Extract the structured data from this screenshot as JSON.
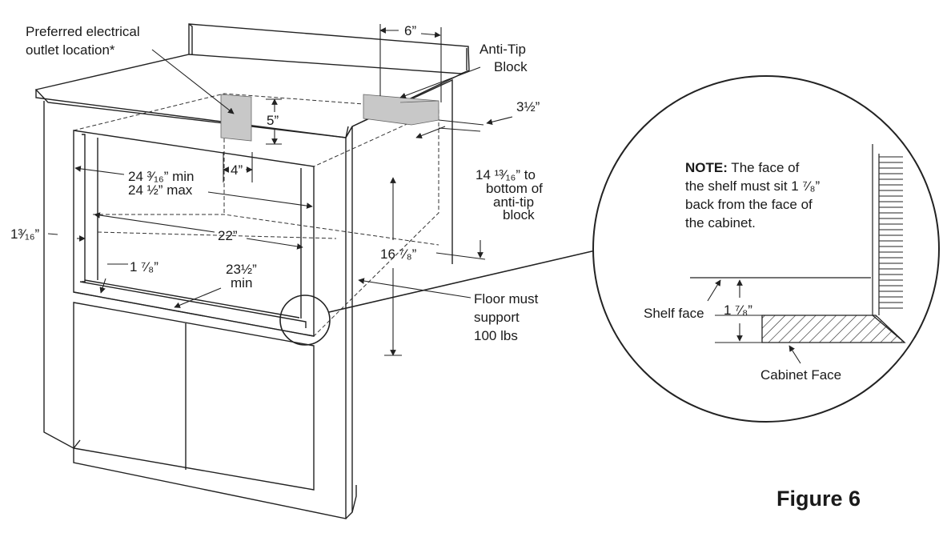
{
  "labels": {
    "outlet_line1": "Preferred electrical",
    "outlet_line2": "outlet location*",
    "dim_6": "6”",
    "antitip_line1": "Anti-Tip",
    "antitip_line2": "Block",
    "dim_3half": "3½”",
    "dim_5": "5”",
    "dim_4": "4”",
    "width_min": "24 ³⁄₁₆” min",
    "width_max": "24 ½” max",
    "height_14_line1": "14 ¹³⁄₁₆” to",
    "height_14_line2": "bottom of",
    "height_14_line3": "anti-tip",
    "height_14_line4": "block",
    "dim_1_3_16": "1³⁄₁₆”",
    "depth_22": "22”",
    "dim_16_7_8": "16 ⁷⁄₈”",
    "dim_1_7_8": "1 ⁷⁄₈”",
    "depth_23half_line1": "23½”",
    "depth_23half_line2": "min",
    "floor_line1": "Floor must",
    "floor_line2": "support",
    "floor_line3": "100 lbs",
    "figure": "Figure 6"
  },
  "detail": {
    "note_bold": "NOTE:",
    "note_line1": " The face of",
    "note_line2": "the shelf must sit 1 ⁷⁄₈”",
    "note_line3": "back from the face of",
    "note_line4": "the cabinet.",
    "shelf_face": "Shelf face",
    "dim_1_7_8": "1 ⁷⁄₈”",
    "cabinet_face": "Cabinet Face"
  }
}
